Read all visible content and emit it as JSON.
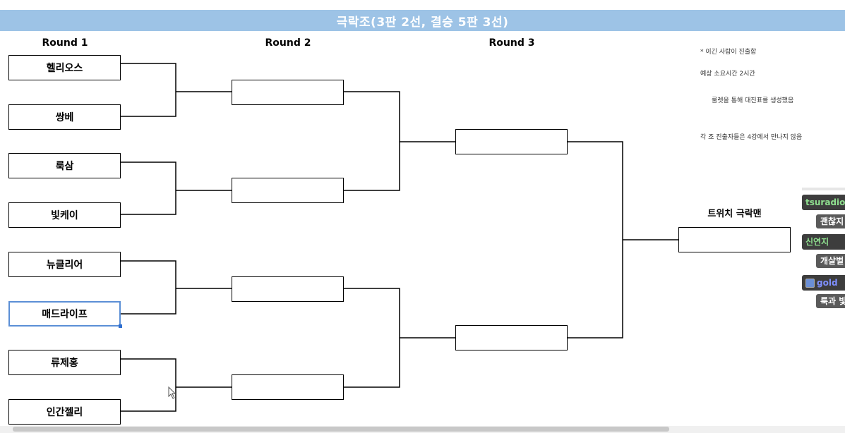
{
  "title": "극락조(3판 2선, 결승 5판 3선)",
  "rounds": {
    "r1": "Round 1",
    "r2": "Round 2",
    "r3": "Round 3"
  },
  "round1": [
    "헬리오스",
    "쌍베",
    "룩삼",
    "빛케이",
    "뉴클리어",
    "매드라이프",
    "류제홍",
    "인간젤리"
  ],
  "round2": [
    "",
    "",
    "",
    ""
  ],
  "round3": [
    "",
    ""
  ],
  "final": {
    "label": "트위치 극락맨",
    "value": ""
  },
  "notes": [
    "* 이긴 사람이 진출함",
    "예상 소요시간 2시간",
    "룰렛을 통해 대진표를 생성했음",
    "각 조 진출자들은 4강에서 만나지 않음"
  ],
  "chat": {
    "items": [
      {
        "name": "tsuradio",
        "message": "괜찮지"
      },
      {
        "name": "신연지",
        "message": "개살벌"
      },
      {
        "name": "gold",
        "message": "룩과 빛"
      }
    ]
  },
  "colors": {
    "title_bg": "#9dc3e6",
    "title_text": "#ffffff",
    "selection": "#5b8fd6"
  }
}
